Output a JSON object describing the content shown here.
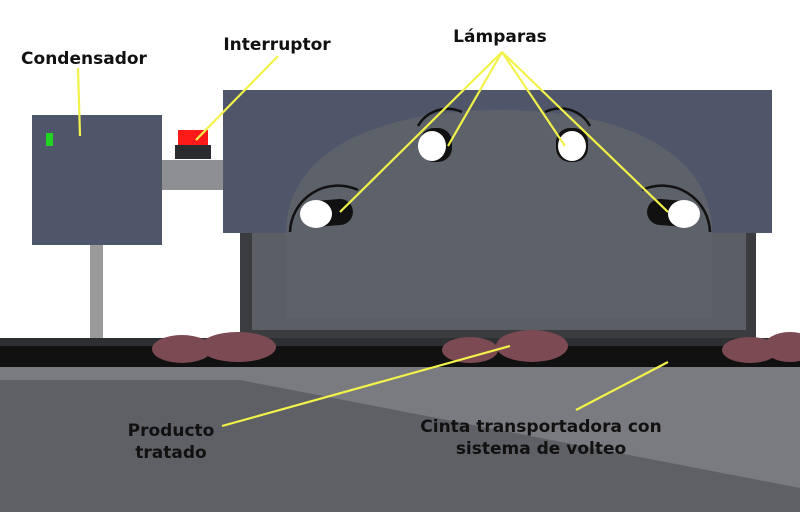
{
  "labels": {
    "condensador": "Condensador",
    "interruptor": "Interruptor",
    "lamparas": "Lámparas",
    "producto_line1": "Producto",
    "producto_line2": "tratado",
    "cinta_line1": "Cinta transportadora con",
    "cinta_line2": "sistema de volteo"
  },
  "colors": {
    "leader_line": "#f2f24a",
    "housing": "#4f566a",
    "chamber": "#5b5e64",
    "chamber_frame": "#3a3c40",
    "floor": "#7a7b80",
    "floor_shadow": "#5e6066",
    "belt": "#111111",
    "product": "#7c4a52",
    "switch_button": "#ff1a1a",
    "indicator_led": "#22d322",
    "support": "#9a9a9a"
  }
}
